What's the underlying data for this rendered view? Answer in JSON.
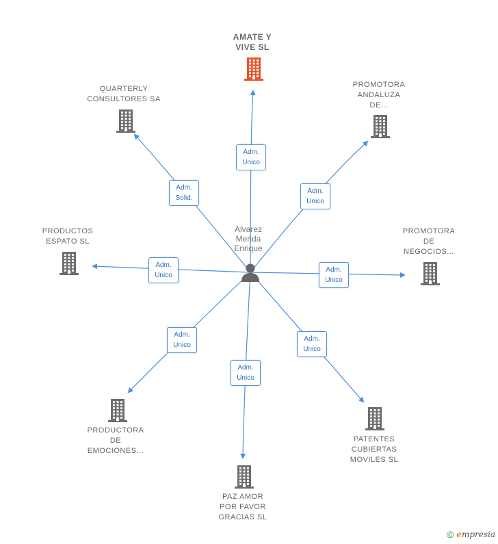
{
  "center": {
    "name_lines": [
      "Alvarez",
      "Merida",
      "Enrique"
    ]
  },
  "companies": [
    {
      "id": "amate",
      "lines": [
        "AMATE Y",
        "VIVE  SL"
      ],
      "highlight": true
    },
    {
      "id": "quarterly",
      "lines": [
        "QUARTERLY",
        "CONSULTORES SA"
      ],
      "highlight": false
    },
    {
      "id": "promotora-andaluza",
      "lines": [
        "PROMOTORA",
        "ANDALUZA",
        "DE..."
      ],
      "highlight": false
    },
    {
      "id": "productos-espato",
      "lines": [
        "PRODUCTOS",
        "ESPATO  SL"
      ],
      "highlight": false
    },
    {
      "id": "promotora-negocios",
      "lines": [
        "PROMOTORA",
        "DE",
        "NEGOCIOS..."
      ],
      "highlight": false
    },
    {
      "id": "productora-emociones",
      "lines": [
        "PRODUCTORA",
        "DE",
        "EMOCIONES..."
      ],
      "highlight": false
    },
    {
      "id": "paz-amor",
      "lines": [
        "PAZ AMOR",
        "POR FAVOR",
        "GRACIAS SL"
      ],
      "highlight": false
    },
    {
      "id": "patentes",
      "lines": [
        "PATENTES",
        "CUBIERTAS",
        "MOVILES SL"
      ],
      "highlight": false
    }
  ],
  "relations": [
    {
      "target": "amate",
      "lines": [
        "Adm.",
        "Unico"
      ]
    },
    {
      "target": "quarterly",
      "lines": [
        "Adm.",
        "Solid."
      ]
    },
    {
      "target": "promotora-andaluza",
      "lines": [
        "Adm.",
        "Unico"
      ]
    },
    {
      "target": "productos-espato",
      "lines": [
        "Adm.",
        "Unico"
      ]
    },
    {
      "target": "promotora-negocios",
      "lines": [
        "Adm.",
        "Unico"
      ]
    },
    {
      "target": "productora-emociones",
      "lines": [
        "Adm.",
        "Unico"
      ]
    },
    {
      "target": "paz-amor",
      "lines": [
        "Adm.",
        "Unico"
      ]
    },
    {
      "target": "patentes",
      "lines": [
        "Adm.",
        "Unico"
      ]
    }
  ],
  "colors": {
    "edge": "#4a90d9",
    "building": "#6e6e6e",
    "building_highlight": "#e8532b",
    "person": "#666666"
  },
  "footer": {
    "copyright_symbol": "©",
    "brand_initial": "e",
    "brand_rest": "mpresia"
  }
}
